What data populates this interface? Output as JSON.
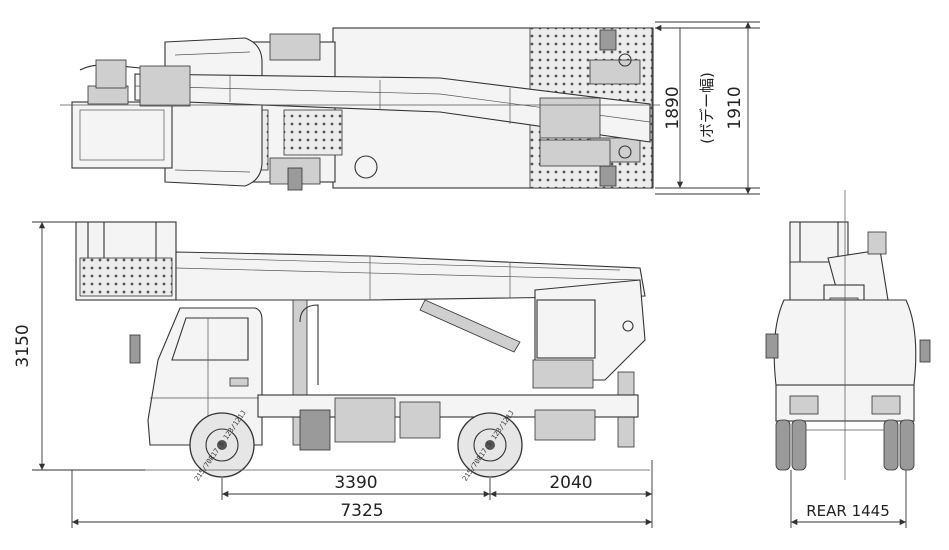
{
  "top_view": {
    "dim_body_width": "1890",
    "dim_body_width_note": "(ボデー幅)",
    "dim_total_width": "1910"
  },
  "side_view": {
    "dim_height": "3150",
    "dim_wheelbase": "3390",
    "dim_rear_overhang": "2040",
    "dim_total_length": "7325",
    "tire_front": "215/70R17.5 123/121J",
    "tire_rear": "215/70R17.5 123/121J"
  },
  "rear_view": {
    "dim_rear_tread": "REAR 1445"
  }
}
